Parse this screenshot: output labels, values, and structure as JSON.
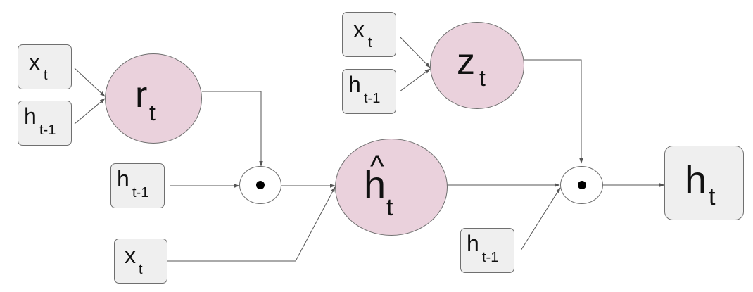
{
  "diagram": {
    "inputs": {
      "r_gate_x": {
        "base": "x",
        "sub": "t"
      },
      "r_gate_h": {
        "base": "h",
        "sub": "t-1"
      },
      "reset_h": {
        "base": "h",
        "sub": "t-1"
      },
      "candidate_x": {
        "base": "x",
        "sub": "t"
      },
      "z_gate_x": {
        "base": "x",
        "sub": "t"
      },
      "z_gate_h": {
        "base": "h",
        "sub": "t-1"
      },
      "update_h": {
        "base": "h",
        "sub": "t-1"
      }
    },
    "gates": {
      "reset": {
        "base": "r",
        "sub": "t"
      },
      "update": {
        "base": "z",
        "sub": "t"
      },
      "candidate": {
        "base": "h",
        "hat": "^",
        "sub": "t"
      }
    },
    "output": {
      "base": "h",
      "sub": "t"
    },
    "operators": [
      "elementwise-product",
      "elementwise-product"
    ],
    "colors": {
      "gate_fill": "#ead1dc",
      "box_fill": "#efefef",
      "border": "#6f6f6f",
      "wire": "#555555"
    }
  }
}
